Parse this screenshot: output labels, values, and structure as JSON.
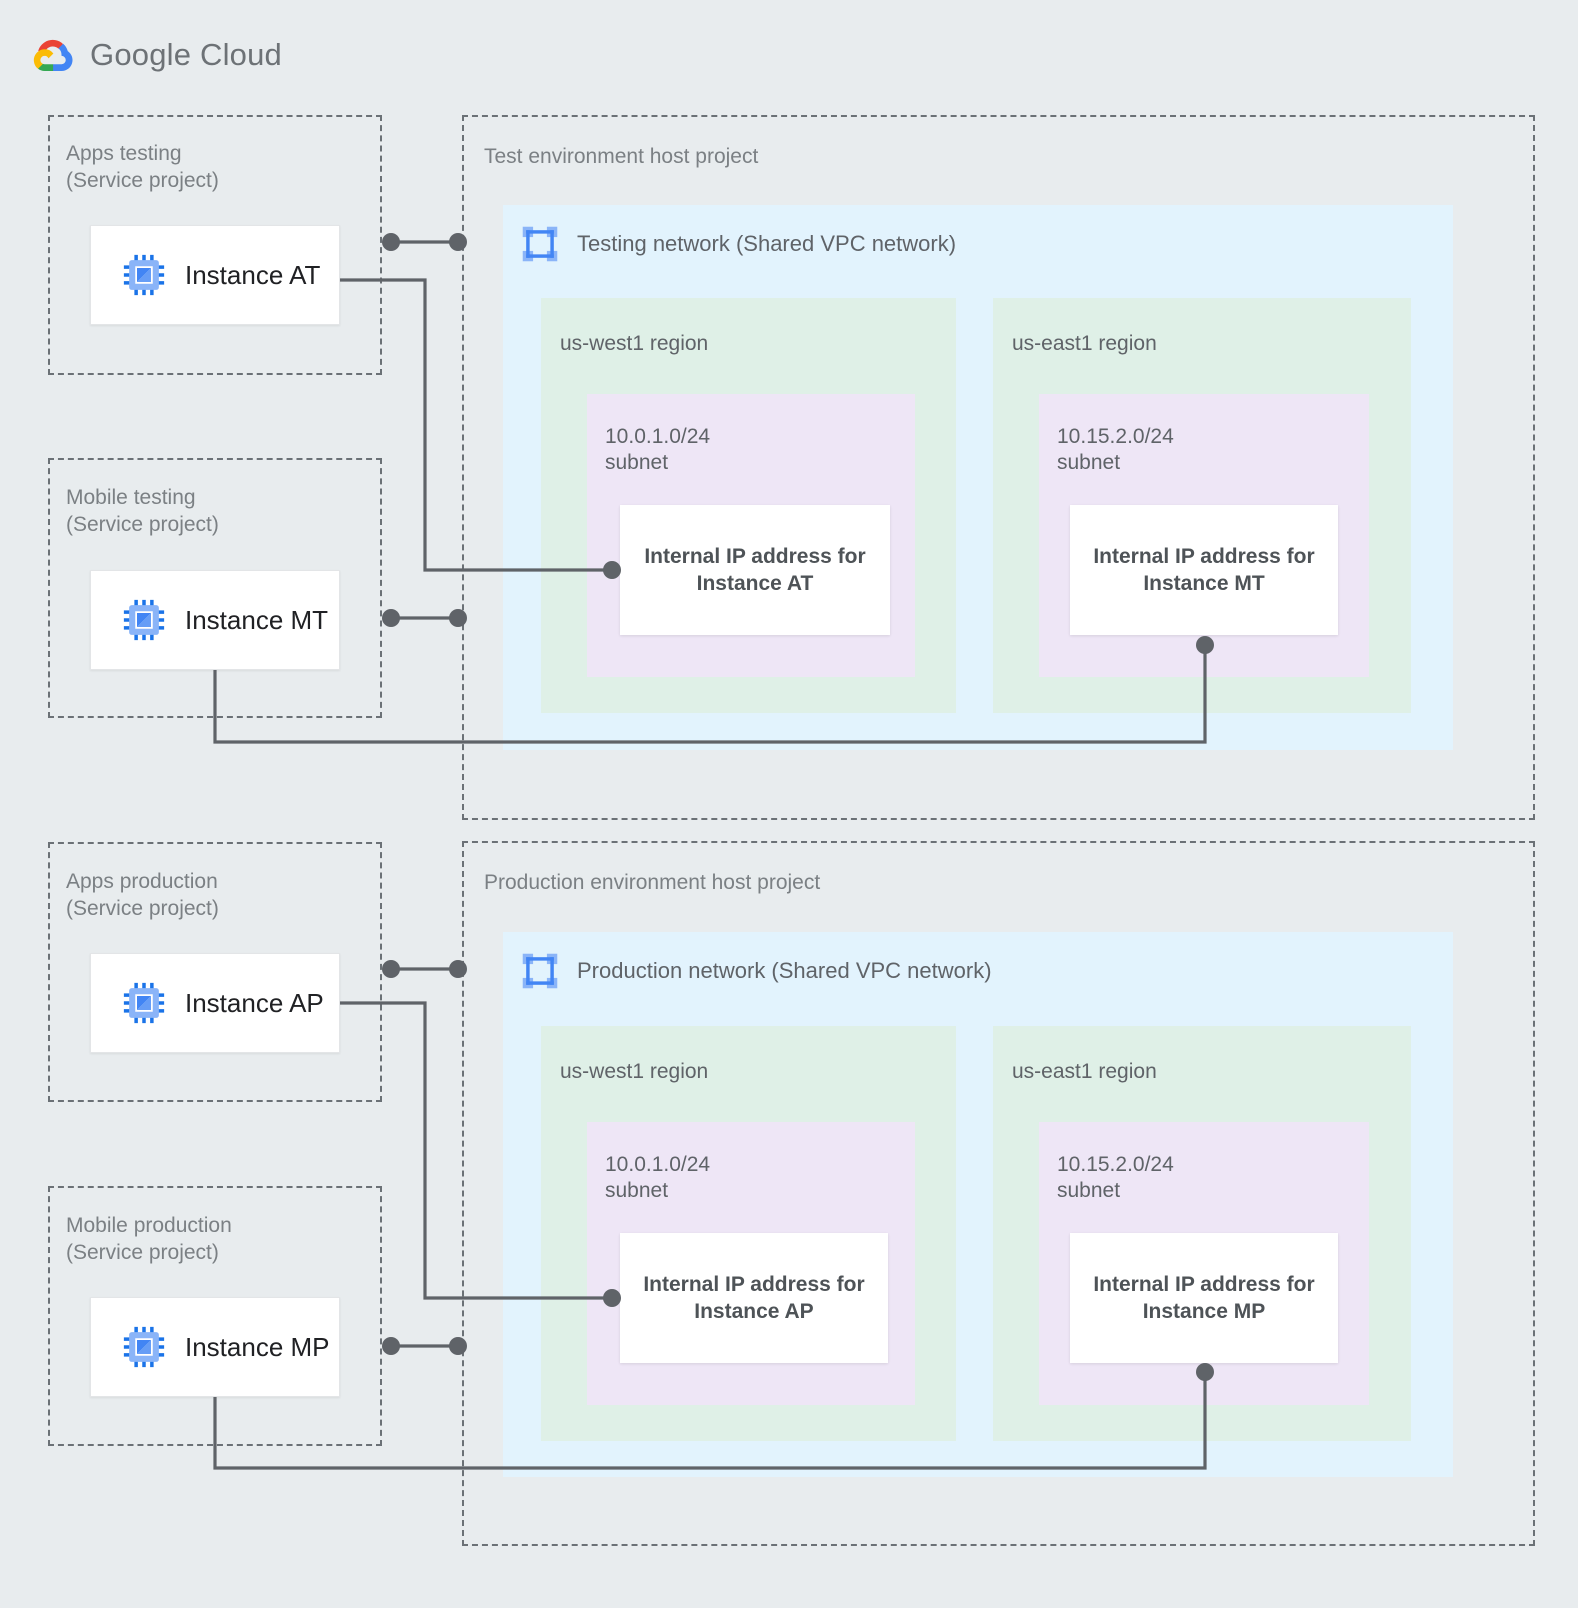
{
  "brand": {
    "google": "Google",
    "cloud": "Cloud",
    "logo_icon": "google-cloud-logo-icon"
  },
  "colors": {
    "page_background": "#e8ecee",
    "network_fill": "#e2f3fd",
    "region_fill": "#dff0e7",
    "subnet_fill": "#eee6f6",
    "card_fill": "#ffffff",
    "dashed_border": "#6b7176",
    "connector": "#5f6368",
    "title_text": "#7b8084",
    "body_text": "#5f6368",
    "instance_text": "#202124",
    "icon_blue": "#4285f4",
    "icon_blue_light": "#8ab4f8"
  },
  "service_projects": [
    {
      "id": "apps-testing",
      "title": "Apps testing\n(Service project)",
      "instance": {
        "label": "Instance AT",
        "icon": "vm-chip-icon"
      }
    },
    {
      "id": "mobile-testing",
      "title": "Mobile testing\n(Service project)",
      "instance": {
        "label": "Instance MT",
        "icon": "vm-chip-icon"
      }
    },
    {
      "id": "apps-production",
      "title": "Apps production\n(Service project)",
      "instance": {
        "label": "Instance AP",
        "icon": "vm-chip-icon"
      }
    },
    {
      "id": "mobile-production",
      "title": "Mobile production\n(Service project)",
      "instance": {
        "label": "Instance MP",
        "icon": "vm-chip-icon"
      }
    }
  ],
  "host_projects": [
    {
      "id": "test-environment",
      "title": "Test environment host project",
      "network": {
        "label": "Testing network (Shared VPC network)",
        "icon": "vpc-network-icon"
      },
      "regions": [
        {
          "id": "test-us-west1",
          "label": "us-west1 region",
          "subnet": {
            "label": "10.0.1.0/24\nsubnet",
            "ip_card": "Internal IP address for\nInstance AT"
          }
        },
        {
          "id": "test-us-east1",
          "label": "us-east1 region",
          "subnet": {
            "label": "10.15.2.0/24\nsubnet",
            "ip_card": "Internal IP address for\nInstance MT"
          }
        }
      ]
    },
    {
      "id": "production-environment",
      "title": "Production environment host project",
      "network": {
        "label": "Production network (Shared VPC network)",
        "icon": "vpc-network-icon"
      },
      "regions": [
        {
          "id": "prod-us-west1",
          "label": "us-west1 region",
          "subnet": {
            "label": "10.0.1.0/24\nsubnet",
            "ip_card": "Internal IP address for\nInstance AP"
          }
        },
        {
          "id": "prod-us-east1",
          "label": "us-east1 region",
          "subnet": {
            "label": "10.15.2.0/24\nsubnet",
            "ip_card": "Internal IP address for\nInstance MP"
          }
        }
      ]
    }
  ]
}
